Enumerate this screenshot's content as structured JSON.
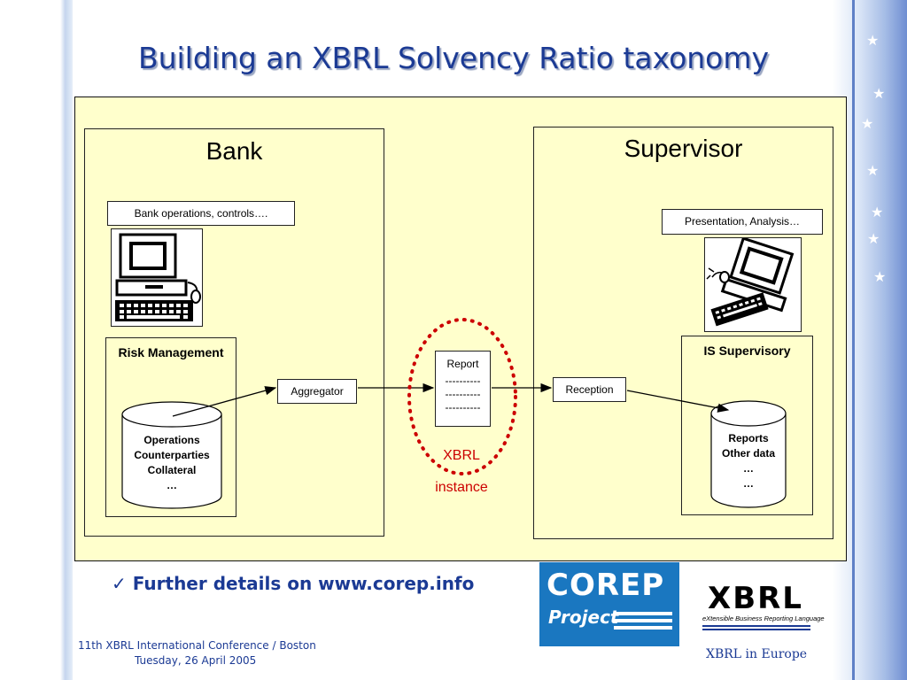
{
  "slide": {
    "title": "Building an XBRL Solvency Ratio taxonomy",
    "bullet": "Further details on www.corep.info",
    "footer_line1": "11th XBRL International Conference / Boston",
    "footer_line2": "Tuesday, 26 April 2005",
    "xbrl_in_europe": "XBRL in Europe"
  },
  "diagram": {
    "bank": {
      "heading": "Bank",
      "ops_label": "Bank operations, controls….",
      "risk_title": "Risk Management",
      "db_lines": [
        "Operations",
        "Counterparties",
        "Collateral",
        "…"
      ],
      "aggregator": "Aggregator"
    },
    "report": {
      "title": "Report",
      "lines": [
        "----------",
        "----------",
        "----------"
      ],
      "xbrl": "XBRL",
      "instance": "instance"
    },
    "supervisor": {
      "heading": "Supervisor",
      "pres_label": "Presentation, Analysis…",
      "is_title": "IS Supervisory",
      "db_lines": [
        "Reports",
        "Other data",
        "…",
        "…"
      ],
      "reception": "Reception"
    }
  },
  "logos": {
    "corep_line1": "COREP",
    "corep_line2": "Project",
    "xbrl": "XBRL",
    "xbrl_tagline": "eXtensible Business Reporting Language"
  },
  "colors": {
    "title": "#1b3a94",
    "panel": "#ffffcc",
    "dotted_ellipse": "#cc0000",
    "corep_bg": "#1a77c0"
  }
}
